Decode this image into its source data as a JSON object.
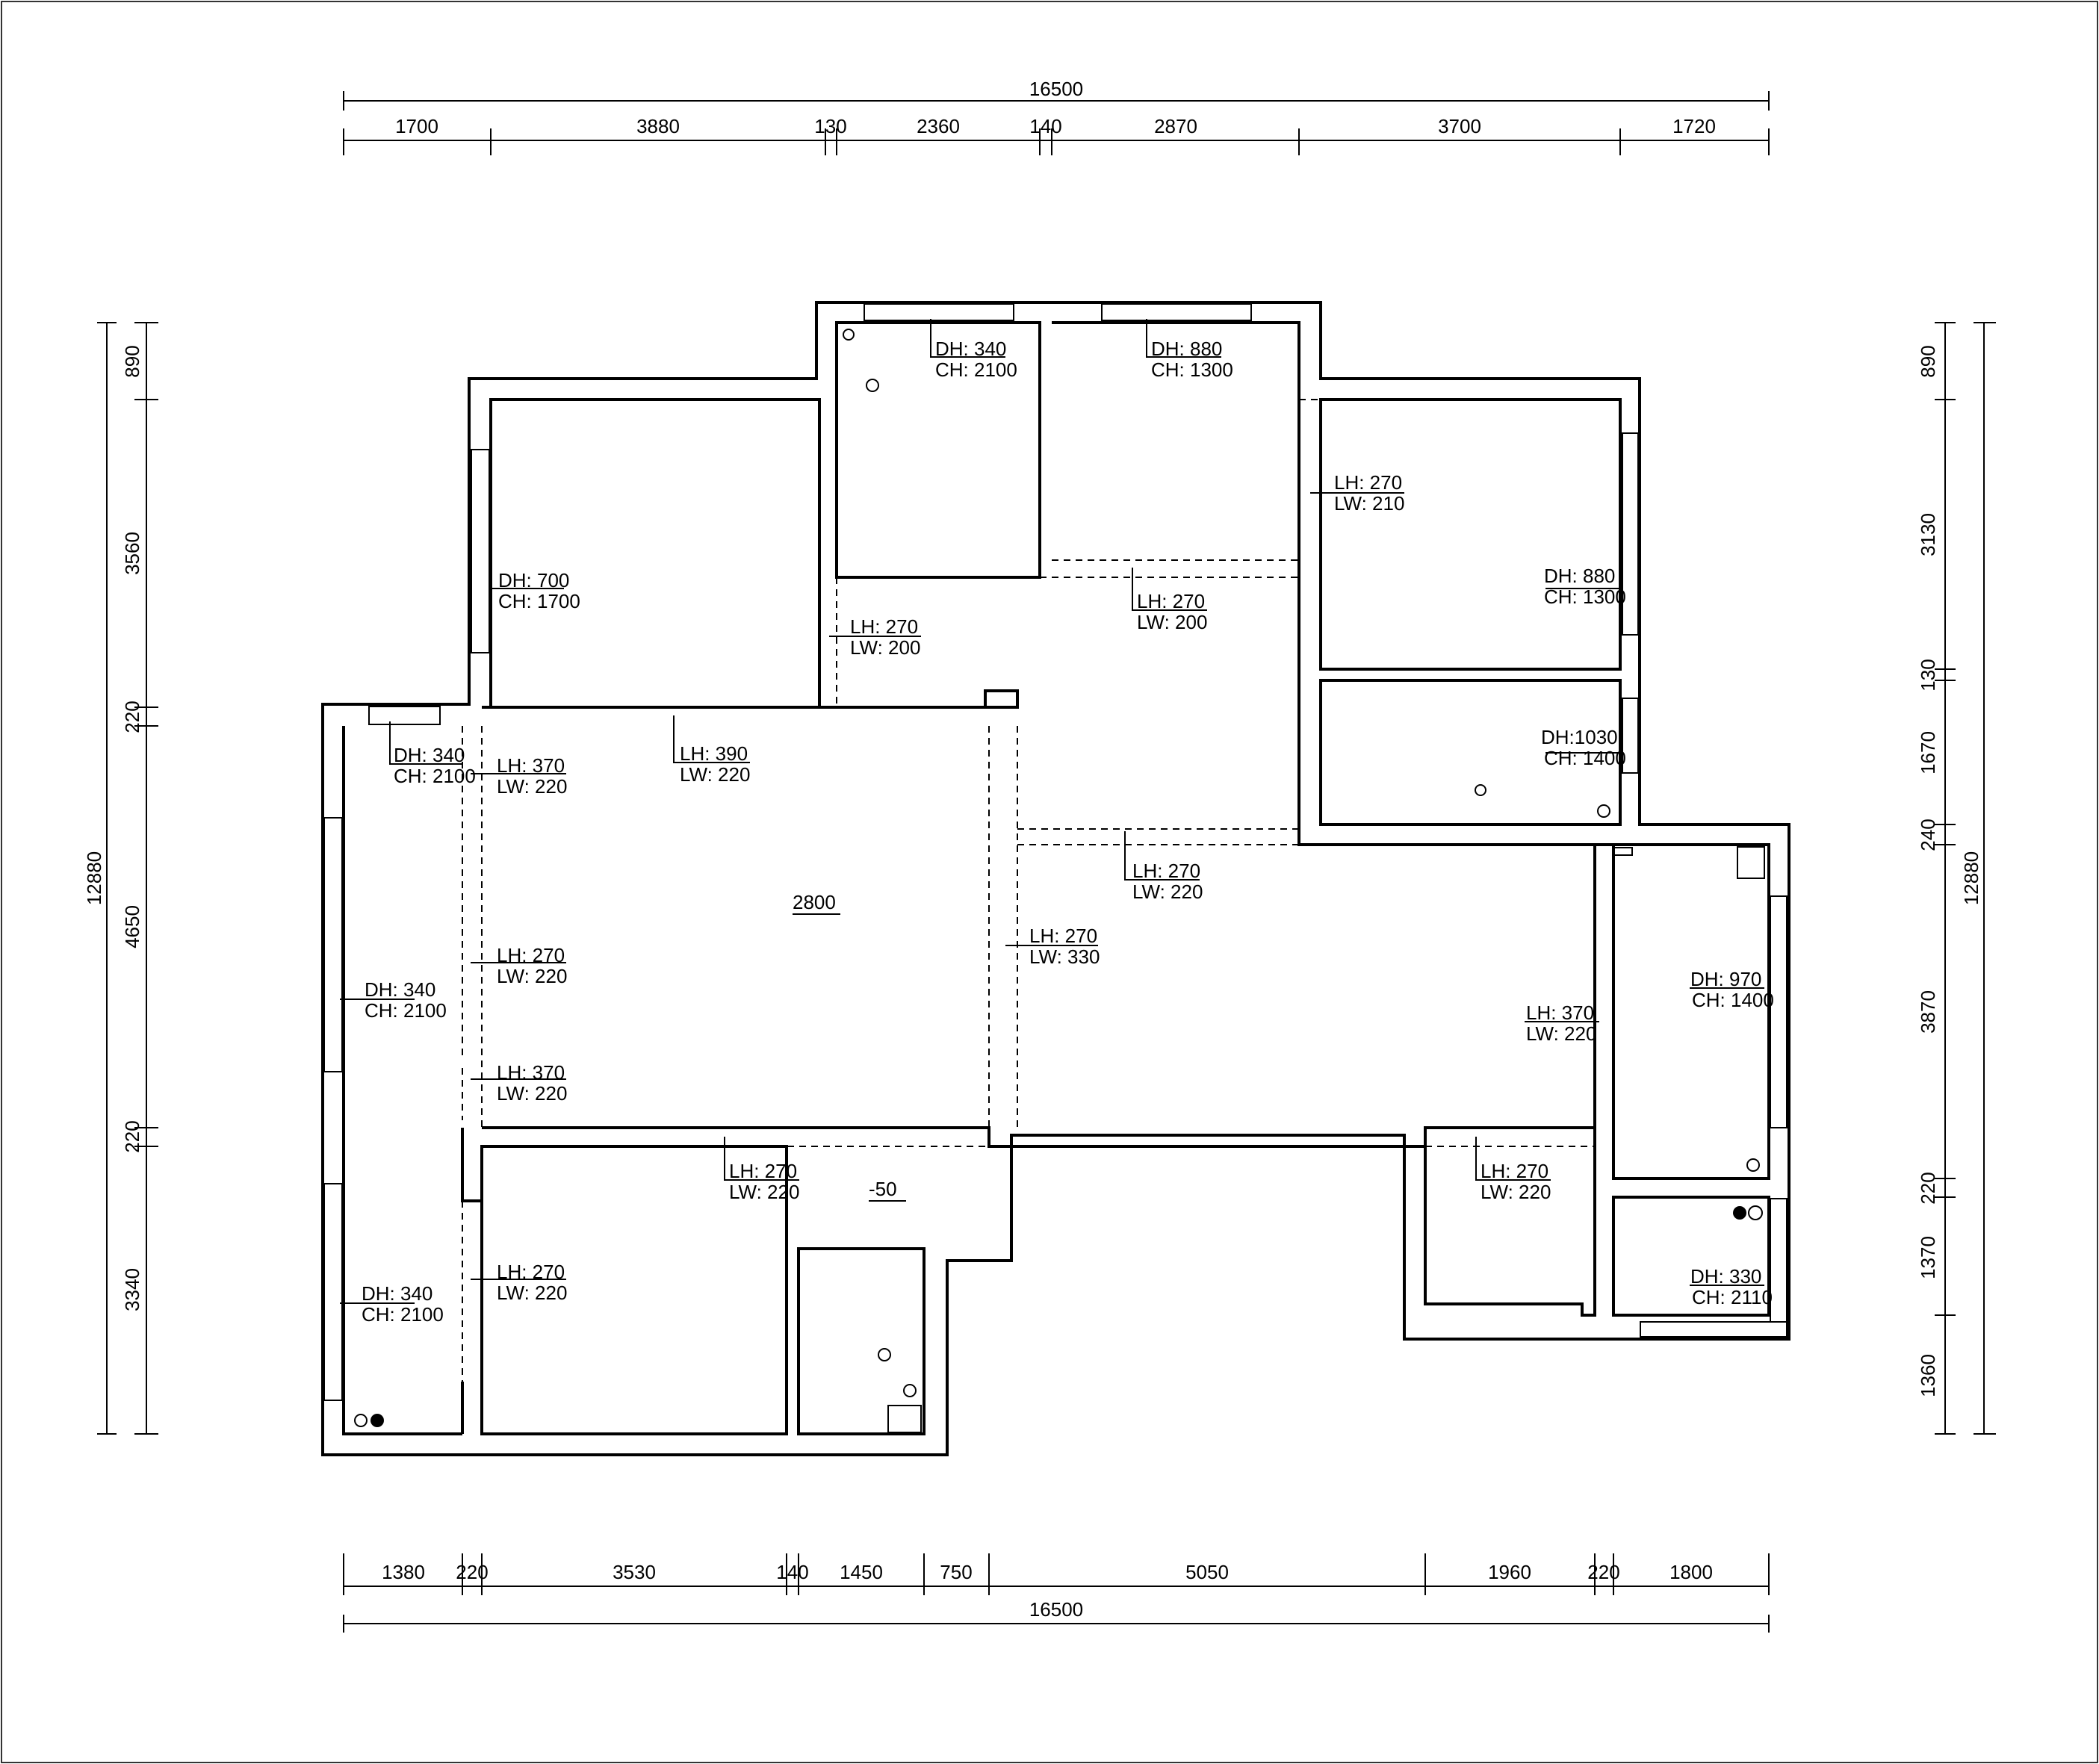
{
  "dimensions": {
    "top_total": "16500",
    "top": [
      "1700",
      "3880",
      "130",
      "2360",
      "140",
      "2870",
      "3700",
      "1720"
    ],
    "bottom_total": "16500",
    "bottom": [
      "1380",
      "220",
      "3530",
      "140",
      "1450",
      "750",
      "5050",
      "1960",
      "220",
      "1800"
    ],
    "left_total": "12880",
    "left": [
      "890",
      "3560",
      "220",
      "4650",
      "220",
      "3340"
    ],
    "right_total": "12880",
    "right": [
      "890",
      "3130",
      "130",
      "1670",
      "240",
      "3870",
      "220",
      "1370",
      "1360"
    ]
  },
  "annotations": {
    "win_top_left": {
      "l1": "DH: 340",
      "l2": "CH: 2100"
    },
    "win_top_right": {
      "l1": "DH: 880",
      "l2": "CH: 1300"
    },
    "win_left_bedroom": {
      "l1": "DH: 700",
      "l2": "CH: 1700"
    },
    "win_right_bedroom": {
      "l1": "DH: 880",
      "l2": "CH: 1300"
    },
    "win_right_small": {
      "l1": "DH:1030",
      "l2": "CH: 1400"
    },
    "win_top_corner": {
      "l1": "DH: 340",
      "l2": "CH: 2100"
    },
    "win_left_long": {
      "l1": "DH: 340",
      "l2": "CH: 2100"
    },
    "win_left_low": {
      "l1": "DH: 340",
      "l2": "CH: 2100"
    },
    "win_right_mid": {
      "l1": "DH: 970",
      "l2": "CH: 1400"
    },
    "win_right_low": {
      "l1": "DH: 330",
      "l2": "CH: 2110"
    },
    "beam_1": {
      "l1": "LH: 270",
      "l2": "LW: 210"
    },
    "beam_2": {
      "l1": "LH: 270",
      "l2": "LW: 200"
    },
    "beam_3": {
      "l1": "LH: 270",
      "l2": "LW: 200"
    },
    "beam_4": {
      "l1": "LH: 390",
      "l2": "LW: 220"
    },
    "beam_5": {
      "l1": "LH: 370",
      "l2": "LW: 220"
    },
    "beam_6": {
      "l1": "LH: 270",
      "l2": "LW: 220"
    },
    "beam_7": {
      "l1": "LH: 370",
      "l2": "LW: 220"
    },
    "beam_8": {
      "l1": "LH: 270",
      "l2": "LW: 220"
    },
    "beam_9": {
      "l1": "LH: 270",
      "l2": "LW: 220"
    },
    "beam_10": {
      "l1": "LH: 270",
      "l2": "LW: 330"
    },
    "beam_11": {
      "l1": "LH: 270",
      "l2": "LW: 220"
    },
    "beam_12": {
      "l1": "LH: 370",
      "l2": "LW: 220"
    },
    "beam_13": {
      "l1": "LH: 270",
      "l2": "LW: 220"
    },
    "ceiling_height": "2800",
    "floor_offset": "-50"
  }
}
